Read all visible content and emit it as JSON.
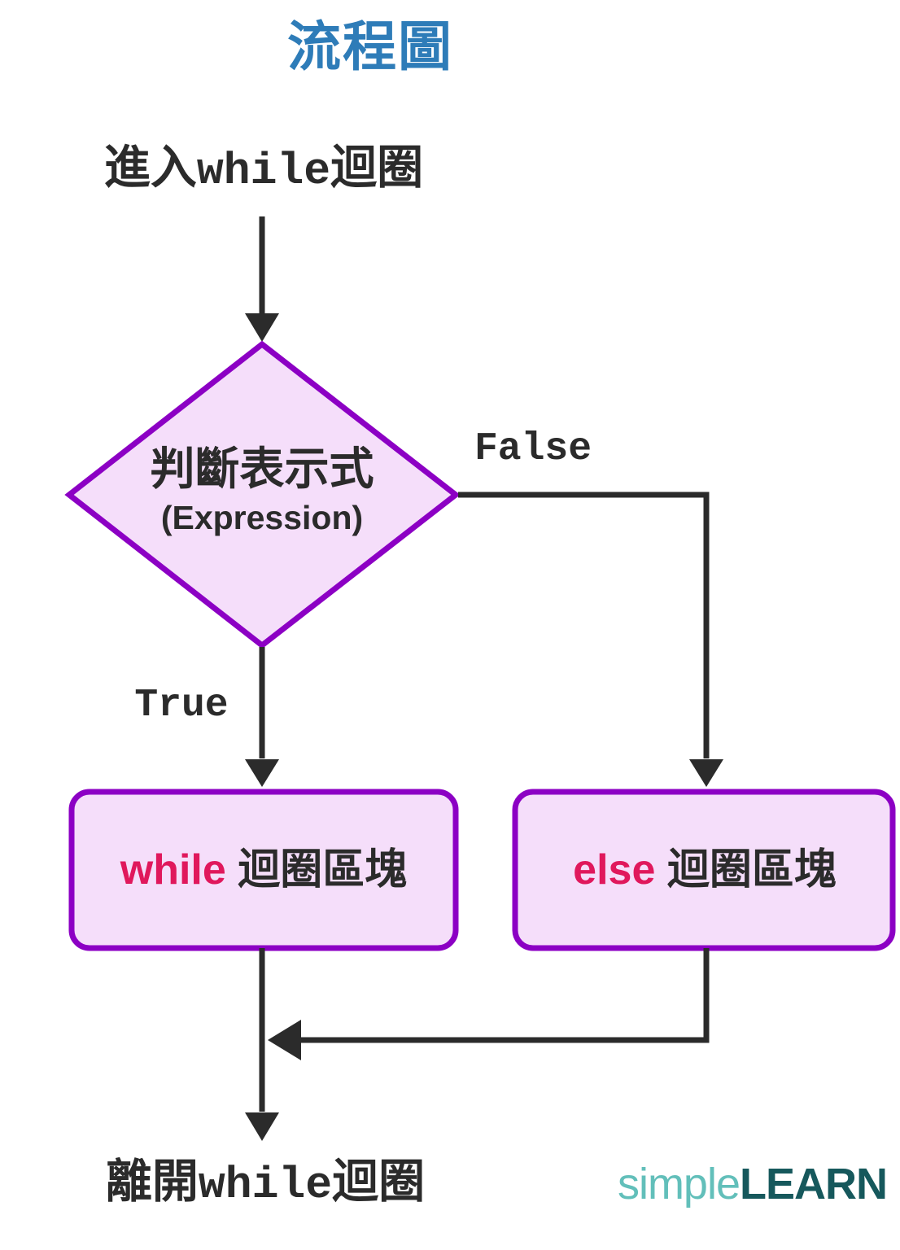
{
  "title": "流程圖",
  "diagram": {
    "entry": {
      "prefix": "進入",
      "keyword": "while",
      "suffix": "迴圈"
    },
    "decision": {
      "label": "判斷表示式",
      "sublabel": "(Expression)"
    },
    "branches": {
      "false_label": "False",
      "true_label": "True"
    },
    "while_block": {
      "keyword": "while",
      "label": " 迴圈區塊"
    },
    "else_block": {
      "keyword": "else",
      "label": " 迴圈區塊"
    },
    "exit": {
      "prefix": "離開",
      "keyword": "while",
      "suffix": "迴圈"
    }
  },
  "logo": {
    "first": "simple",
    "second": "LEARN"
  },
  "colors": {
    "title_blue": "#2e7cb8",
    "shape_border_purple": "#8c00c4",
    "shape_fill_lavender": "#f5defa",
    "keyword_red": "#e0185c",
    "line_dark": "#2b2b2b",
    "logo_light_teal": "#62bfba",
    "logo_dark_teal": "#16585c"
  }
}
